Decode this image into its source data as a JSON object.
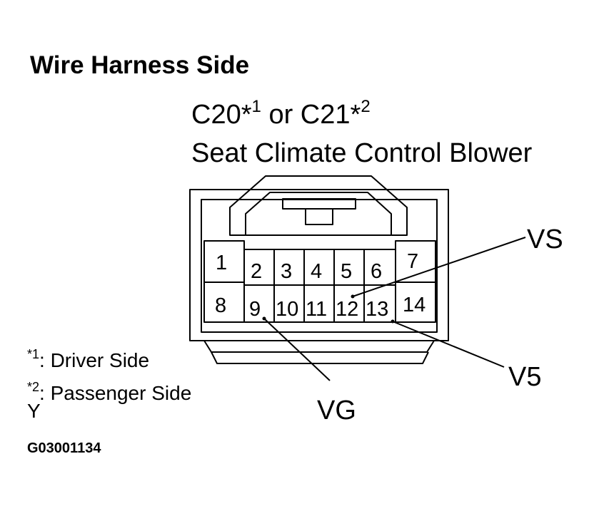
{
  "title": "Wire Harness Side",
  "connector": {
    "id_a": "C20",
    "mark_a": "*",
    "sup_a": "1",
    "or_word": "or",
    "id_b": "C21",
    "mark_b": "*",
    "sup_b": "2",
    "name": "Seat Climate Control Blower"
  },
  "pins": [
    "1",
    "2",
    "3",
    "4",
    "5",
    "6",
    "7",
    "8",
    "9",
    "10",
    "11",
    "12",
    "13",
    "14"
  ],
  "signals": {
    "vs": "VS",
    "v5": "V5",
    "vg": "VG"
  },
  "notes": [
    {
      "mark": "*",
      "num": "1",
      "text": ": Driver Side"
    },
    {
      "mark": "*",
      "num": "2",
      "text": ": Passenger Side"
    }
  ],
  "stray_char": "Y",
  "figure_code": "G03001134"
}
